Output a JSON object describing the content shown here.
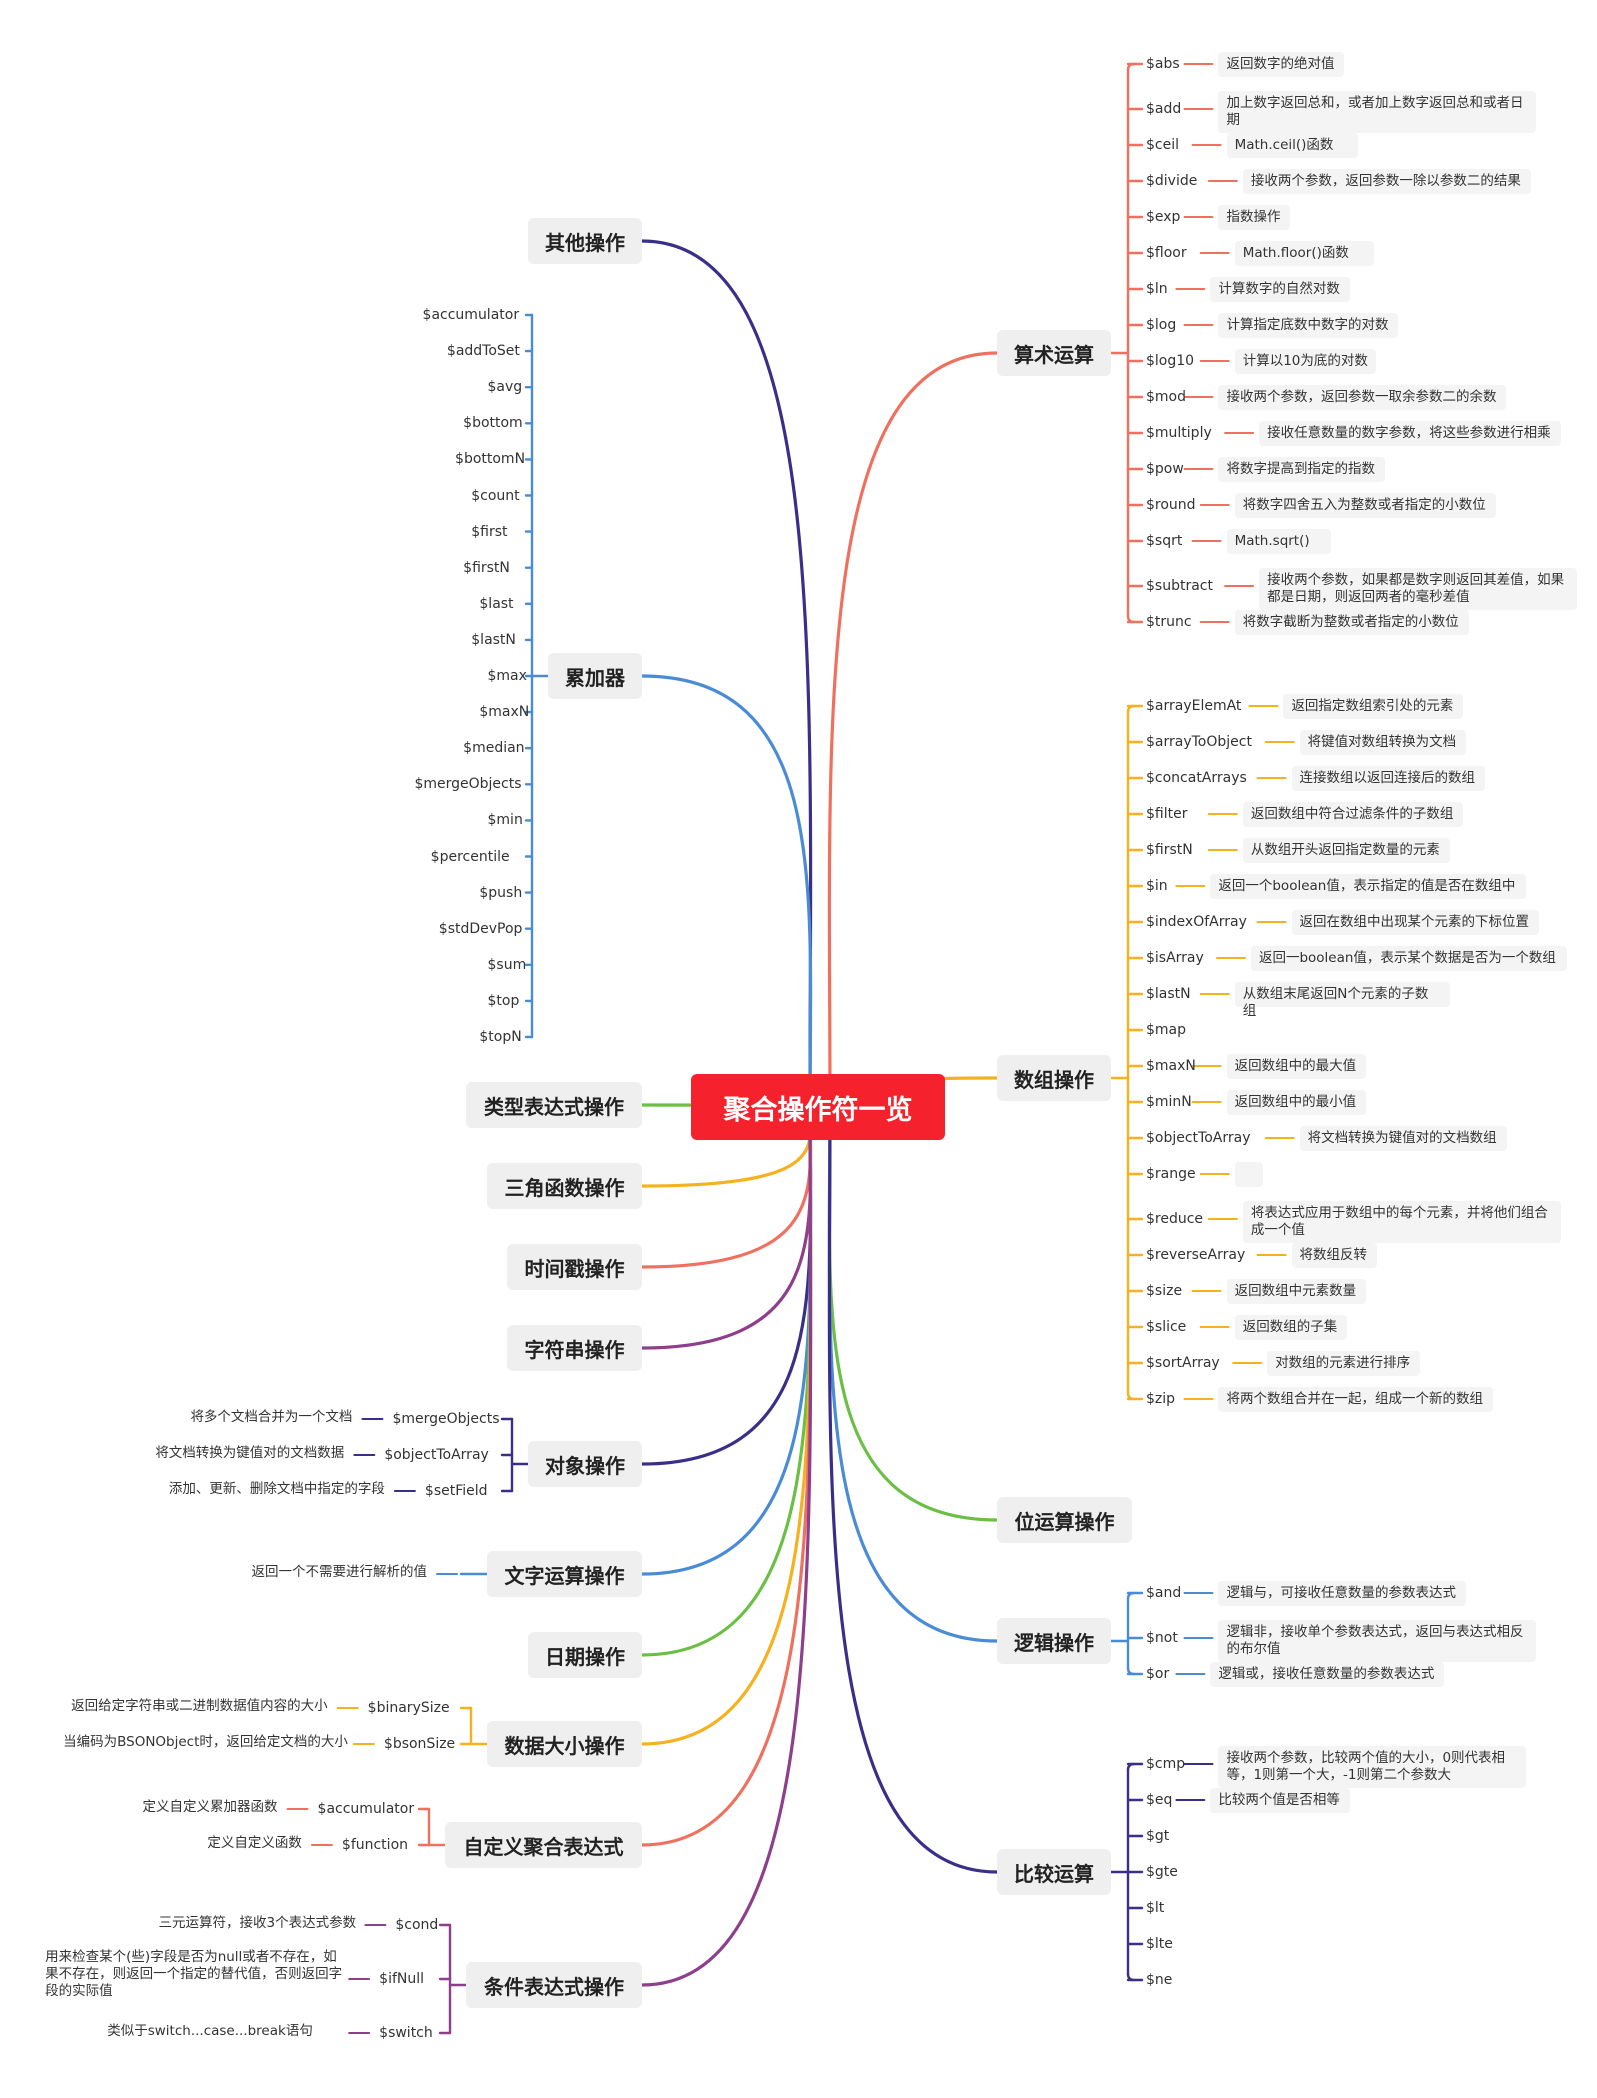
{
  "root": {
    "label": "聚合操作符一览"
  },
  "colors": {
    "root": "#f5222d",
    "arith": "#f07060",
    "array": "#f5b11e",
    "bit": "#6bbf45",
    "logic": "#4a8bd6",
    "cmp": "#3a2f88",
    "other": "#3a2f88",
    "accum": "#4a8bd6",
    "type": "#6bbf45",
    "trig": "#f5b11e",
    "timestamp": "#f07060",
    "string": "#8e3f8c",
    "object": "#3a2f88",
    "literal": "#4a8bd6",
    "date": "#6bbf45",
    "datasize": "#f5b11e",
    "custom": "#f07060",
    "cond": "#8e3f8c"
  },
  "branches": {
    "arith": {
      "label": "算术运算",
      "items": [
        {
          "k": "$abs",
          "d": "返回数字的绝对值"
        },
        {
          "k": "$add",
          "d": "加上数字返回总和，或者加上数字返回总和或者日期"
        },
        {
          "k": "$ceil",
          "d": "Math.ceil()函数"
        },
        {
          "k": "$divide",
          "d": "接收两个参数，返回参数一除以参数二的结果"
        },
        {
          "k": "$exp",
          "d": "指数操作"
        },
        {
          "k": "$floor",
          "d": "Math.floor()函数"
        },
        {
          "k": "$ln",
          "d": "计算数字的自然对数"
        },
        {
          "k": "$log",
          "d": "计算指定底数中数字的对数"
        },
        {
          "k": "$log10",
          "d": "计算以10为底的对数"
        },
        {
          "k": "$mod",
          "d": "接收两个参数，返回参数一取余参数二的余数"
        },
        {
          "k": "$multiply",
          "d": "接收任意数量的数字参数，将这些参数进行相乘"
        },
        {
          "k": "$pow",
          "d": "将数字提高到指定的指数"
        },
        {
          "k": "$round",
          "d": "将数字四舍五入为整数或者指定的小数位"
        },
        {
          "k": "$sqrt",
          "d": "Math.sqrt()"
        },
        {
          "k": "$subtract",
          "d": "接收两个参数，如果都是数字则返回其差值，如果都是日期，则返回两者的毫秒差值"
        },
        {
          "k": "$trunc",
          "d": "将数字截断为整数或者指定的小数位"
        }
      ]
    },
    "array": {
      "label": "数组操作",
      "items": [
        {
          "k": "$arrayElemAt",
          "d": "返回指定数组索引处的元素"
        },
        {
          "k": "$arrayToObject",
          "d": "将键值对数组转换为文档"
        },
        {
          "k": "$concatArrays",
          "d": "连接数组以返回连接后的数组"
        },
        {
          "k": "$filter",
          "d": "返回数组中符合过滤条件的子数组"
        },
        {
          "k": "$firstN",
          "d": "从数组开头返回指定数量的元素"
        },
        {
          "k": "$in",
          "d": "返回一个boolean值，表示指定的值是否在数组中"
        },
        {
          "k": "$indexOfArray",
          "d": "返回在数组中出现某个元素的下标位置"
        },
        {
          "k": "$isArray",
          "d": "返回一boolean值，表示某个数据是否为一个数组"
        },
        {
          "k": "$lastN",
          "d": "从数组末尾返回N个元素的子数组"
        },
        {
          "k": "$map",
          "d": ""
        },
        {
          "k": "$maxN",
          "d": "返回数组中的最大值"
        },
        {
          "k": "$minN",
          "d": "返回数组中的最小值"
        },
        {
          "k": "$objectToArray",
          "d": "将文档转换为键值对的文档数组"
        },
        {
          "k": "$range",
          "d": " "
        },
        {
          "k": "$reduce",
          "d": "将表达式应用于数组中的每个元素，并将他们组合成一个值"
        },
        {
          "k": "$reverseArray",
          "d": "将数组反转"
        },
        {
          "k": "$size",
          "d": "返回数组中元素数量"
        },
        {
          "k": "$slice",
          "d": "返回数组的子集"
        },
        {
          "k": "$sortArray",
          "d": "对数组的元素进行排序"
        },
        {
          "k": "$zip",
          "d": "将两个数组合并在一起，组成一个新的数组"
        }
      ]
    },
    "bit": {
      "label": "位运算操作"
    },
    "logic": {
      "label": "逻辑操作",
      "items": [
        {
          "k": "$and",
          "d": "逻辑与，可接收任意数量的参数表达式"
        },
        {
          "k": "$not",
          "d": "逻辑非，接收单个参数表达式，返回与表达式相反的布尔值"
        },
        {
          "k": "$or",
          "d": "逻辑或，接收任意数量的参数表达式"
        }
      ]
    },
    "cmp": {
      "label": "比较运算",
      "items": [
        {
          "k": "$cmp",
          "d": "接收两个参数，比较两个值的大小，0则代表相等，1则第一个大，-1则第二个参数大"
        },
        {
          "k": "$eq",
          "d": "比较两个值是否相等"
        },
        {
          "k": "$gt",
          "d": ""
        },
        {
          "k": "$gte",
          "d": ""
        },
        {
          "k": "$lt",
          "d": ""
        },
        {
          "k": "$lte",
          "d": ""
        },
        {
          "k": "$ne",
          "d": ""
        }
      ]
    },
    "other": {
      "label": "其他操作"
    },
    "accum": {
      "label": "累加器",
      "items": [
        "$accumulator",
        "$addToSet",
        "$avg",
        "$bottom",
        "$bottomN",
        "$count",
        "$first",
        "$firstN",
        "$last",
        "$lastN",
        "$max",
        "$maxN",
        "$median",
        "$mergeObjects",
        "$min",
        "$percentile",
        "$push",
        "$stdDevPop",
        "$sum",
        "$top",
        "$topN"
      ]
    },
    "type": {
      "label": "类型表达式操作"
    },
    "trig": {
      "label": "三角函数操作"
    },
    "timestamp": {
      "label": "时间戳操作"
    },
    "string": {
      "label": "字符串操作"
    },
    "object": {
      "label": "对象操作",
      "items": [
        {
          "k": "$mergeObjects",
          "d": "将多个文档合并为一个文档"
        },
        {
          "k": "$objectToArray",
          "d": "将文档转换为键值对的文档数据"
        },
        {
          "k": "$setField",
          "d": "添加、更新、删除文档中指定的字段"
        }
      ]
    },
    "literal": {
      "label": "文字运算操作",
      "items": [
        {
          "k": "",
          "d": "返回一个不需要进行解析的值"
        }
      ]
    },
    "date": {
      "label": "日期操作"
    },
    "datasize": {
      "label": "数据大小操作",
      "items": [
        {
          "k": "$binarySize",
          "d": "返回给定字符串或二进制数据值内容的大小"
        },
        {
          "k": "$bsonSize",
          "d": "当编码为BSONObject时，返回给定文档的大小"
        }
      ]
    },
    "custom": {
      "label": "自定义聚合表达式",
      "items": [
        {
          "k": "$accumulator",
          "d": "定义自定义累加器函数"
        },
        {
          "k": "$function",
          "d": "定义自定义函数"
        }
      ]
    },
    "cond": {
      "label": "条件表达式操作",
      "items": [
        {
          "k": "$cond",
          "d": "三元运算符，接收3个表达式参数"
        },
        {
          "k": "$ifNull",
          "d": "用来检查某个(些)字段是否为null或者不存在，如果不存在，则返回一个指定的替代值，否则返回字段的实际值"
        },
        {
          "k": "$switch",
          "d": "类似于switch...case...break语句"
        }
      ]
    }
  }
}
